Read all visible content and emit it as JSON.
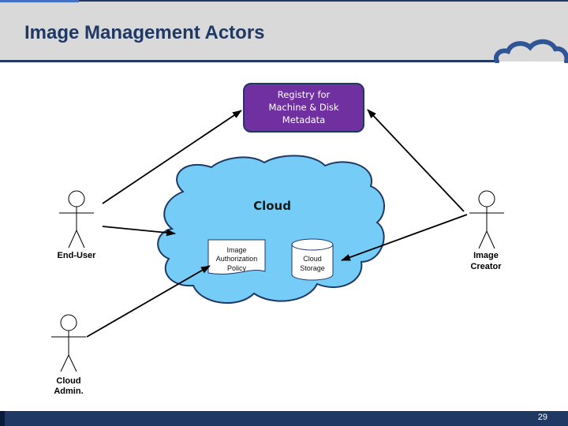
{
  "slide": {
    "title": "Image Management Actors",
    "page_number": "29"
  },
  "diagram": {
    "registry": {
      "lines": [
        "Registry for",
        "Machine & Disk",
        "Metadata"
      ],
      "fill_color": "#7030a0"
    },
    "cloud": {
      "label": "Cloud",
      "fill_color": "#75cdf7"
    },
    "policy_doc": {
      "lines": [
        "Image",
        "Authorization",
        "Policy"
      ]
    },
    "storage": {
      "lines": [
        "Cloud",
        "Storage"
      ]
    },
    "actors": {
      "end_user": {
        "lines": [
          "End-User"
        ]
      },
      "image_creator": {
        "lines": [
          "Image",
          "Creator"
        ]
      },
      "cloud_admin": {
        "lines": [
          "Cloud",
          "Admin."
        ]
      }
    }
  },
  "colors": {
    "header_bg": "#d9d9d9",
    "navy": "#1f3864"
  }
}
